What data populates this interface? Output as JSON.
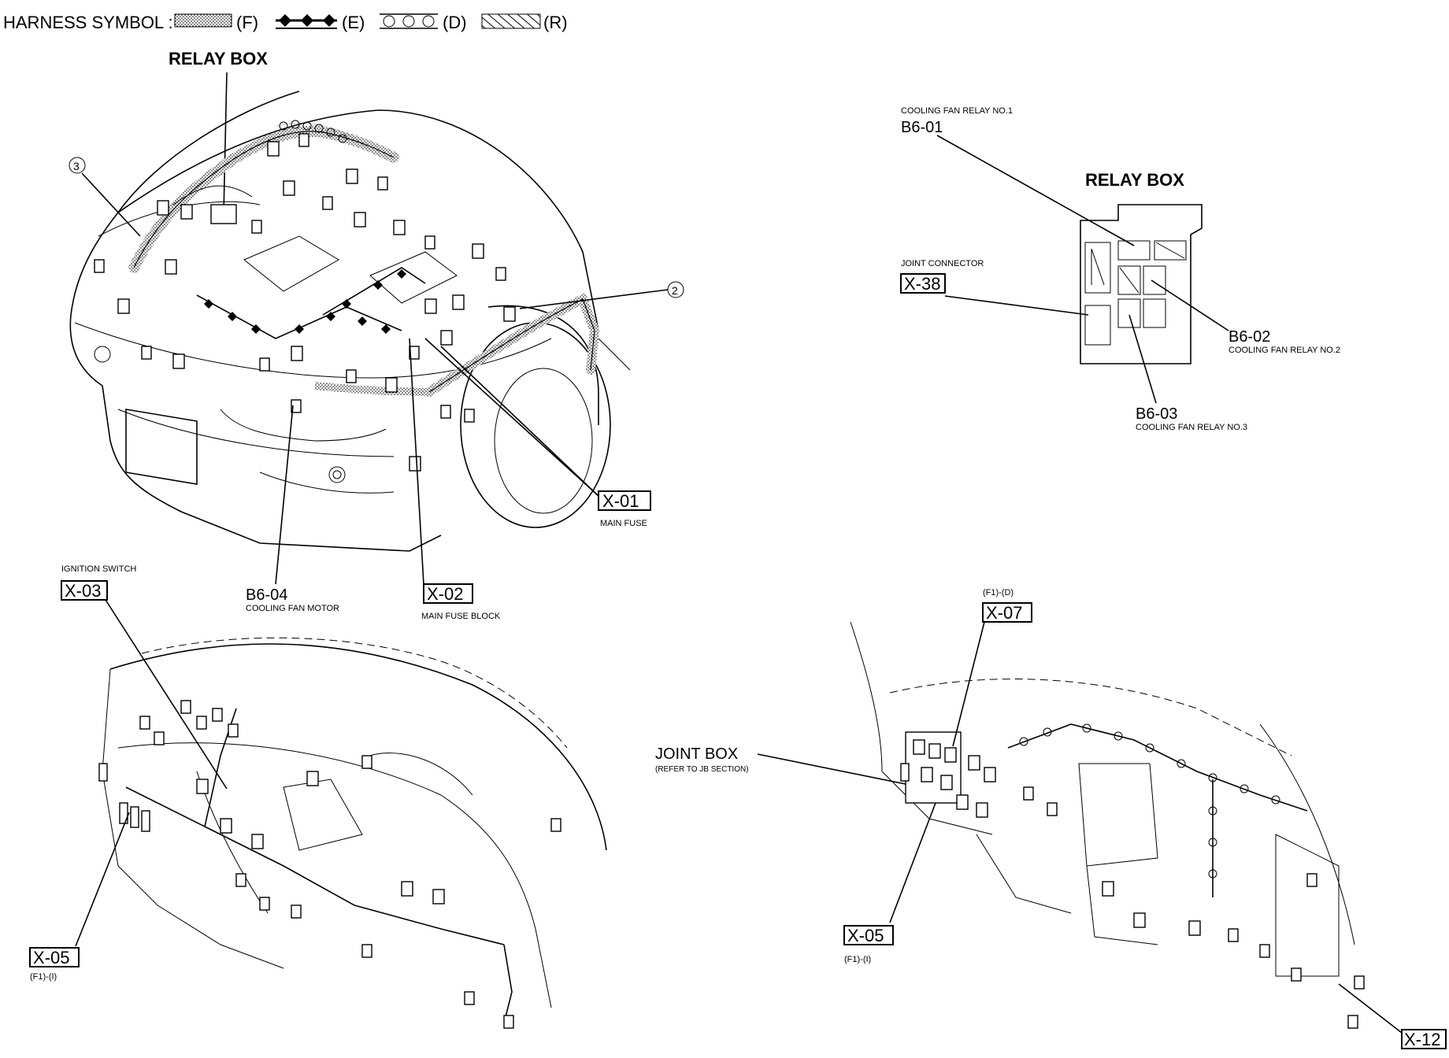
{
  "legend": {
    "title": "HARNESS SYMBOL :",
    "items": [
      {
        "code": "(F)",
        "style": "stipple"
      },
      {
        "code": "(E)",
        "style": "diamond"
      },
      {
        "code": "(D)",
        "style": "circle"
      },
      {
        "code": "(R)",
        "style": "hatch"
      }
    ]
  },
  "engine_view": {
    "relay_box_label": "RELAY BOX",
    "callouts": [
      {
        "num": "3"
      },
      {
        "num": "2"
      }
    ]
  },
  "connectors": {
    "x01": {
      "code": "X-01",
      "desc": "MAIN FUSE"
    },
    "x02": {
      "code": "X-02",
      "desc": "MAIN FUSE BLOCK"
    },
    "x03": {
      "code": "X-03",
      "desc": "IGNITION SWITCH"
    },
    "b604": {
      "code": "B6-04",
      "desc": "COOLING FAN MOTOR"
    },
    "x05a": {
      "code": "X-05",
      "desc": "(F1)-(I)"
    },
    "x05b": {
      "code": "X-05",
      "desc": "(F1)-(I)"
    },
    "x07": {
      "code": "X-07",
      "desc": "(F1)-(D)"
    },
    "x12": {
      "code": "X-12"
    },
    "joint_box": {
      "label": "JOINT BOX",
      "desc": "(REFER TO JB SECTION)"
    }
  },
  "relay_box_detail": {
    "title": "RELAY BOX",
    "b601": {
      "code": "B6-01",
      "desc": "COOLING FAN RELAY NO.1"
    },
    "b602": {
      "code": "B6-02",
      "desc": "COOLING FAN RELAY NO.2"
    },
    "b603": {
      "code": "B6-03",
      "desc": "COOLING FAN RELAY NO.3"
    },
    "x38": {
      "code": "X-38",
      "desc": "JOINT CONNECTOR"
    }
  }
}
